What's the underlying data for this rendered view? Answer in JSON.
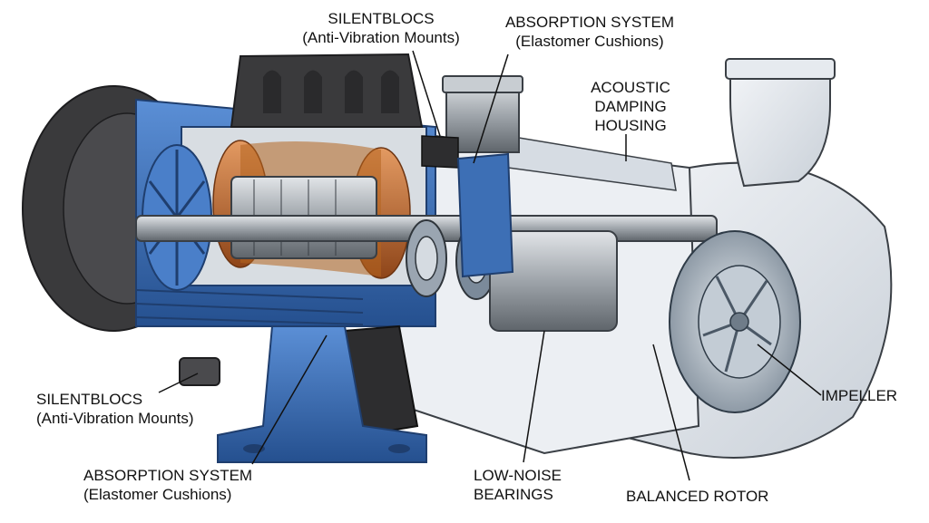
{
  "labels": {
    "silentblocs_top": {
      "line1": "SILENTBLOCS",
      "line2": "(Anti-Vibration Mounts)"
    },
    "absorption_top": {
      "line1": "ABSORPTION SYSTEM",
      "line2": "(Elastomer Cushions)"
    },
    "acoustic_housing": {
      "line1": "ACOUSTIC",
      "line2": "DAMPING",
      "line3": "HOUSING"
    },
    "silentblocs_left": {
      "line1": "SILENTBLOCS",
      "line2": "(Anti-Vibration Mounts)"
    },
    "absorption_bottom": {
      "line1": "ABSORPTION SYSTEM",
      "line2": "(Elastomer Cushions)"
    },
    "low_noise_bearings": {
      "line1": "LOW-NOISE",
      "line2": "BEARINGS"
    },
    "balanced_rotor": {
      "line1": "BALANCED ROTOR"
    },
    "impeller": {
      "line1": "IMPELLER"
    }
  },
  "colors": {
    "motor_blue": "#3a6fb8",
    "motor_blue_dark": "#25508f",
    "copper": "#c46a32",
    "steel": "#9ea4aa",
    "dark_cap": "#3a3a3c",
    "clear_housing": "#dfe4ea"
  }
}
